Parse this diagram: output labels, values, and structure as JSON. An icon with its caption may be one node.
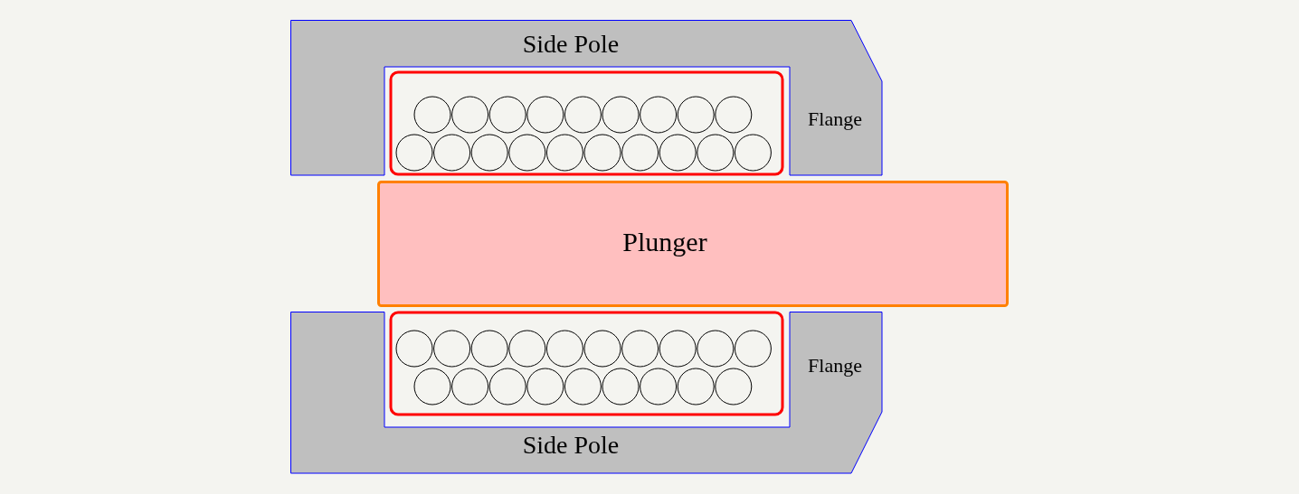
{
  "diagram": {
    "nodes": [
      {
        "text": [
          "Side Pole",
          "Flange"
        ]
      },
      {
        "text": [
          "Plunger"
        ]
      },
      {
        "text": [
          "Side Pole",
          "Flange"
        ]
      }
    ]
  }
}
